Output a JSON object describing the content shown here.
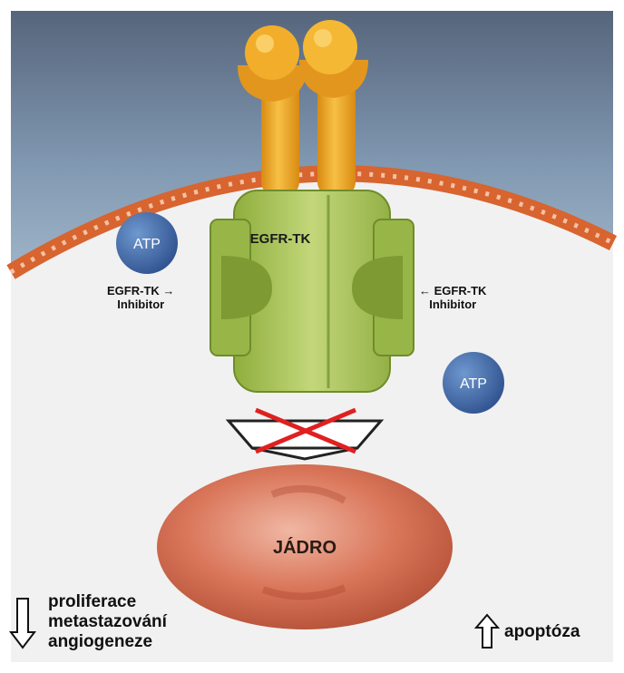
{
  "receptor": {
    "label": "EGFR-TK"
  },
  "atp": {
    "left_label": "ATP",
    "right_label": "ATP"
  },
  "inhibitor_left": {
    "line1": "EGFR-TK",
    "arrow": "→",
    "line2": "Inhibitor"
  },
  "inhibitor_right": {
    "arrow": "←",
    "line1": "EGFR-TK",
    "line2": "Inhibitor"
  },
  "nucleus": {
    "label": "JÁDRO"
  },
  "outcomes_down": {
    "items": [
      "proliferace",
      "metastazování",
      "angiogeneze"
    ]
  },
  "outcomes_up": {
    "label": "apoptóza"
  },
  "colors": {
    "extracellular": "#7b93ad",
    "cytoplasm": "#f1f1f1",
    "membrane": "#d8642f",
    "ligand": "#e8a21a",
    "receptor_green": "#a9c35a",
    "atp_blue": "#3e67a7",
    "nucleus_red": "#cf6a4e",
    "block_cross": "#e02020"
  }
}
